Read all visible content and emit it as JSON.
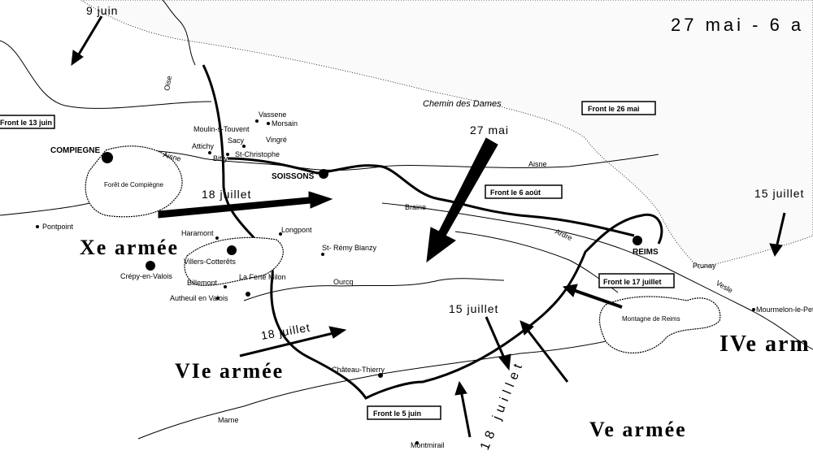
{
  "title": "27 mai - 6 a",
  "dates": {
    "juin9": "9 juin",
    "mai27": "27 mai",
    "juillet18_a": "18 juillet",
    "juillet18_b": "18 juillet",
    "juillet18_c": "18 juillet",
    "juillet15_a": "15 juillet",
    "juillet15_b": "15 juillet"
  },
  "fronts": {
    "juin13": "Front le 13 juin",
    "mai26": "Front le 26 mai",
    "aout6": "Front le 6 août",
    "juillet17": "Front le 17 juillet",
    "juin5": "Front le 5 juin"
  },
  "armies": {
    "x": "Xe armée",
    "vi": "VIe armée",
    "v": "Ve armée",
    "iv": "IVe arm"
  },
  "rivers": {
    "oise": "Oise",
    "aisne1": "Aisne",
    "aisne2": "Aisne",
    "ardre": "Ardre",
    "vesle": "Vesle",
    "ourcq": "Ourcq",
    "marne": "Marne"
  },
  "ridge": "Chemin des Dames",
  "cities": {
    "compiegne": "COMPIEGNE",
    "soissons": "SOISSONS",
    "reims": "REIMS"
  },
  "places": {
    "moulin": "Moulin-s-Touvent",
    "vassene": "Vassene",
    "morsain": "Morsain",
    "vingre": "Vingré",
    "sacy": "Sacy",
    "attichy": "Attichy",
    "bitry": "Bitry",
    "stchristophe": "St-Christophe",
    "braine": "Braine",
    "prunay": "Prunay",
    "mourmelon": "Mourmelon-le-Petit",
    "pontpoint": "Pontpoint",
    "crepy": "Crépy-en-Valois",
    "haramont": "Haramont",
    "villers": "Villers-Cotterêts",
    "longpont": "Longpont",
    "stremy": "St- Rémy Blanzy",
    "billemont": "Billemont",
    "ferte": "La Ferté Milon",
    "autheuil": "Autheuil en Valois",
    "chateau": "Château-Thierry",
    "montmirail": "Montmirail"
  },
  "forests": {
    "compiegne": "Forêt de Compiègne",
    "reims": "Montagne de Reims"
  }
}
